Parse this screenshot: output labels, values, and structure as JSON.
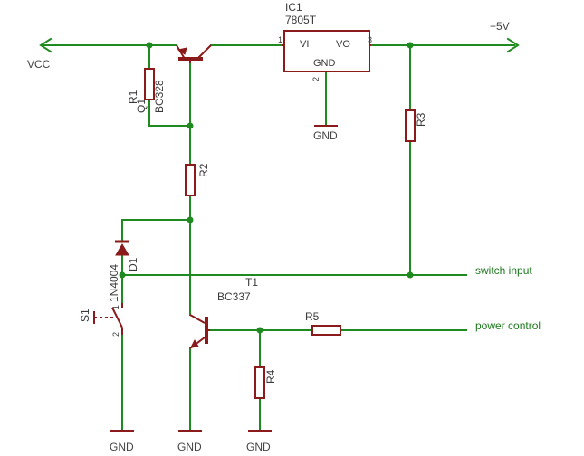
{
  "components": {
    "ic1": {
      "name": "IC1",
      "value": "7805T",
      "pin_vi": "VI",
      "pin_vo": "VO",
      "pin_gnd": "GND",
      "pin1": "1",
      "pin2": "2",
      "pin3": "3"
    },
    "q1": {
      "name": "Q1",
      "value": "BC328"
    },
    "r1": {
      "name": "R1"
    },
    "r2": {
      "name": "R2"
    },
    "r3": {
      "name": "R3"
    },
    "r4": {
      "name": "R4"
    },
    "r5": {
      "name": "R5"
    },
    "d1": {
      "name": "D1",
      "value": "1N4004"
    },
    "s1": {
      "name": "S1",
      "pin1": "1",
      "pin2": "2"
    },
    "t1": {
      "name": "T1",
      "value": "BC337"
    }
  },
  "nets": {
    "vcc": "VCC",
    "plus5v": "+5V",
    "switch_input": "switch input",
    "power_control": "power control"
  },
  "ground_labels": {
    "ic1": "GND",
    "s1": "GND",
    "t1": "GND",
    "r4": "GND"
  },
  "colors": {
    "wire": "#1f8a1f",
    "component": "#8b1a1a",
    "net_label": "#1f7a1f",
    "component_label": "#3a3a3a"
  }
}
